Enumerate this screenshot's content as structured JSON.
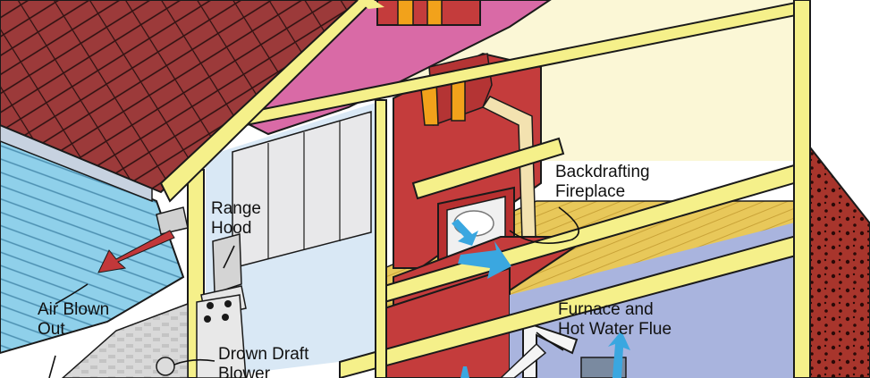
{
  "labels": {
    "range_hood": [
      "Range",
      "Hood"
    ],
    "backdrafting_fireplace": [
      "Backdrafting",
      "Fireplace"
    ],
    "air_blown_out": [
      "Air Blown",
      "Out"
    ],
    "furnace_flue": [
      "Furnace and",
      "Hot Water Flue"
    ],
    "down_draft_blower": [
      "Drown Draft",
      "Blower"
    ]
  },
  "colors": {
    "roof_shingle": "#9c3a3a",
    "siding_blue": "#8fd0ea",
    "frame_yellow": "#f5f08a",
    "insulation_pink": "#d96aa6",
    "chimney_brick": "#c43c3c",
    "floor_wood": "#e8c85a",
    "wall_interior": "#d9e8f5",
    "basement_wall": "#a9b4de",
    "attic_cream": "#fbf7d6",
    "air_arrow_blue": "#3aa7e0",
    "exhaust_arrow_red": "#c2383a",
    "flame_orange": "#f2a21b",
    "brick_side": "#a8352c"
  }
}
